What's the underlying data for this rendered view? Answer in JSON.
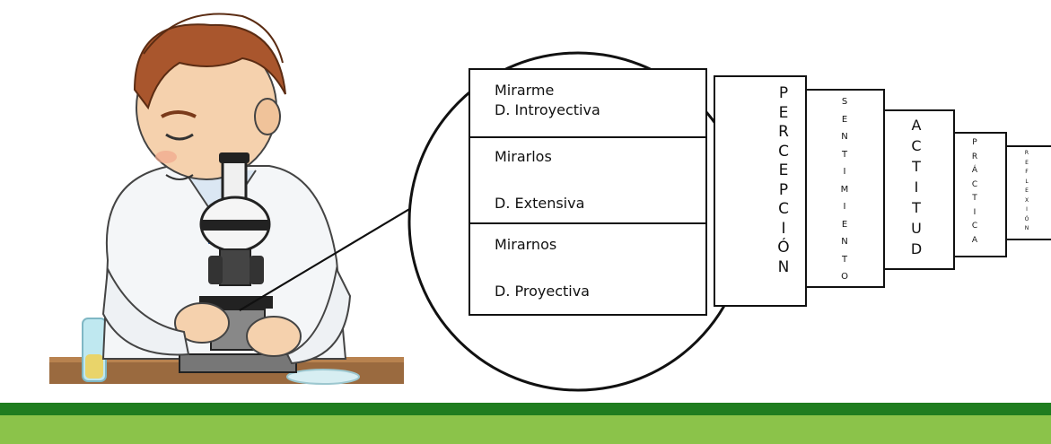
{
  "lens": {
    "rows": [
      {
        "line1": "Mirarme",
        "line2": "D. Introyectiva"
      },
      {
        "line1": "Mirarlos",
        "line2": "D. Extensiva"
      },
      {
        "line1": "Mirarnos",
        "line2": "D. Proyectiva"
      }
    ]
  },
  "columns": [
    {
      "word": "PERCEPCIÓN"
    },
    {
      "word": "SENTIMIENTO"
    },
    {
      "word": "ACTITUD"
    },
    {
      "word": "PRÁCTICA"
    },
    {
      "word": "REFLEXIÓN"
    }
  ],
  "colors": {
    "bar_dark": "#1f7d1f",
    "bar_light": "#8bc34a",
    "line": "#111111"
  }
}
